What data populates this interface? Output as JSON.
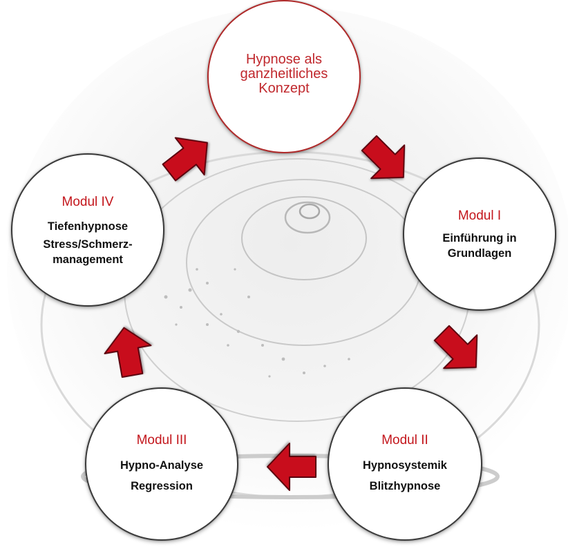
{
  "colors": {
    "accent_red": "#c3161c",
    "arrow_fill": "#c8101a",
    "arrow_stroke": "#5a0508",
    "text_dark": "#111111"
  },
  "center": {
    "line1": "Hypnose als",
    "line2": "ganzheitliches",
    "line3": "Konzept"
  },
  "modules": [
    {
      "id": "m1",
      "title": "Modul I",
      "lines": [
        "Einführung in",
        "Grundlagen"
      ]
    },
    {
      "id": "m2",
      "title": "Modul II",
      "lines": [
        "Hypnosystemik",
        "Blitzhypnose"
      ]
    },
    {
      "id": "m3",
      "title": "Modul III",
      "lines": [
        "Hypno-Analyse",
        "Regression"
      ]
    },
    {
      "id": "m4",
      "title": "Modul IV",
      "lines": [
        "Tiefenhypnose",
        "Stress/Schmerz-",
        "management"
      ]
    }
  ]
}
